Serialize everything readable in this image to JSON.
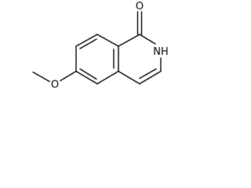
{
  "structure": {
    "atoms": {
      "oxygen_carbonyl": "O",
      "nitrogen": "NH",
      "oxygen_methoxy": "O"
    }
  },
  "colors": {
    "bond": "#000000",
    "background": "#ffffff"
  }
}
